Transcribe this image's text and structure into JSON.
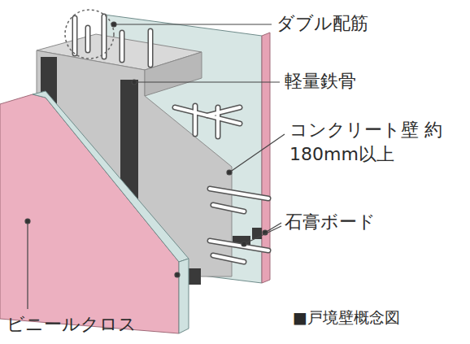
{
  "diagram": {
    "caption": "■戸境壁概念図",
    "labels": [
      "ダブル配筋",
      "軽量鉄骨",
      "コンクリート壁 約180mm以上",
      "石膏ボード",
      "ビニールクロス"
    ]
  }
}
